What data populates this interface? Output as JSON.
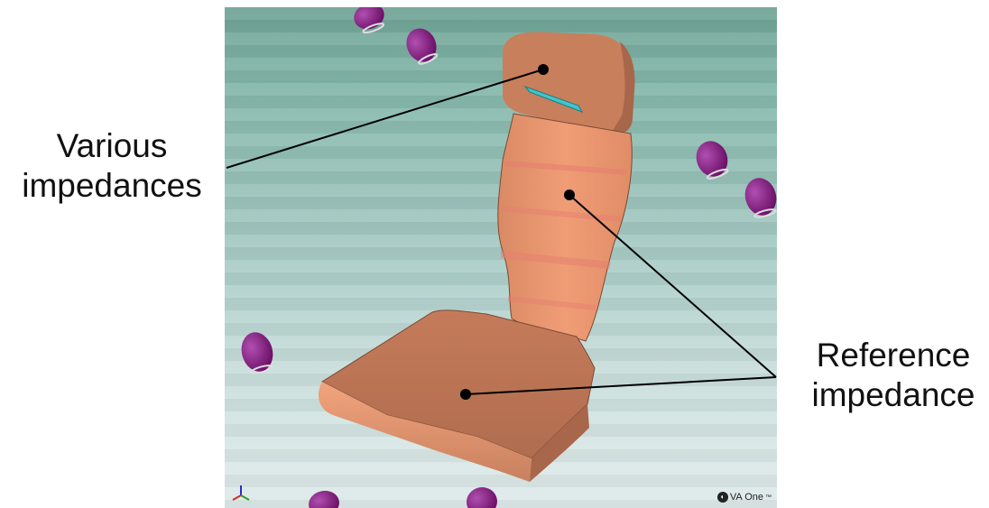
{
  "labels": {
    "various": {
      "line1": "Various",
      "line2": "impedances"
    },
    "reference": {
      "line1": "Reference",
      "line2": "impedance"
    }
  },
  "logo": {
    "text": "VA One",
    "tm": "™"
  },
  "colors": {
    "panel": "#c9825f",
    "panel_light": "#e89a73",
    "panel_dark": "#9a5e42",
    "stripe": "#e67f70",
    "patch": "#3fc6cc",
    "source": "#8a1a86",
    "leader": "#000000"
  },
  "icons": [
    "axis-triad-icon",
    "va-one-logo-icon"
  ]
}
